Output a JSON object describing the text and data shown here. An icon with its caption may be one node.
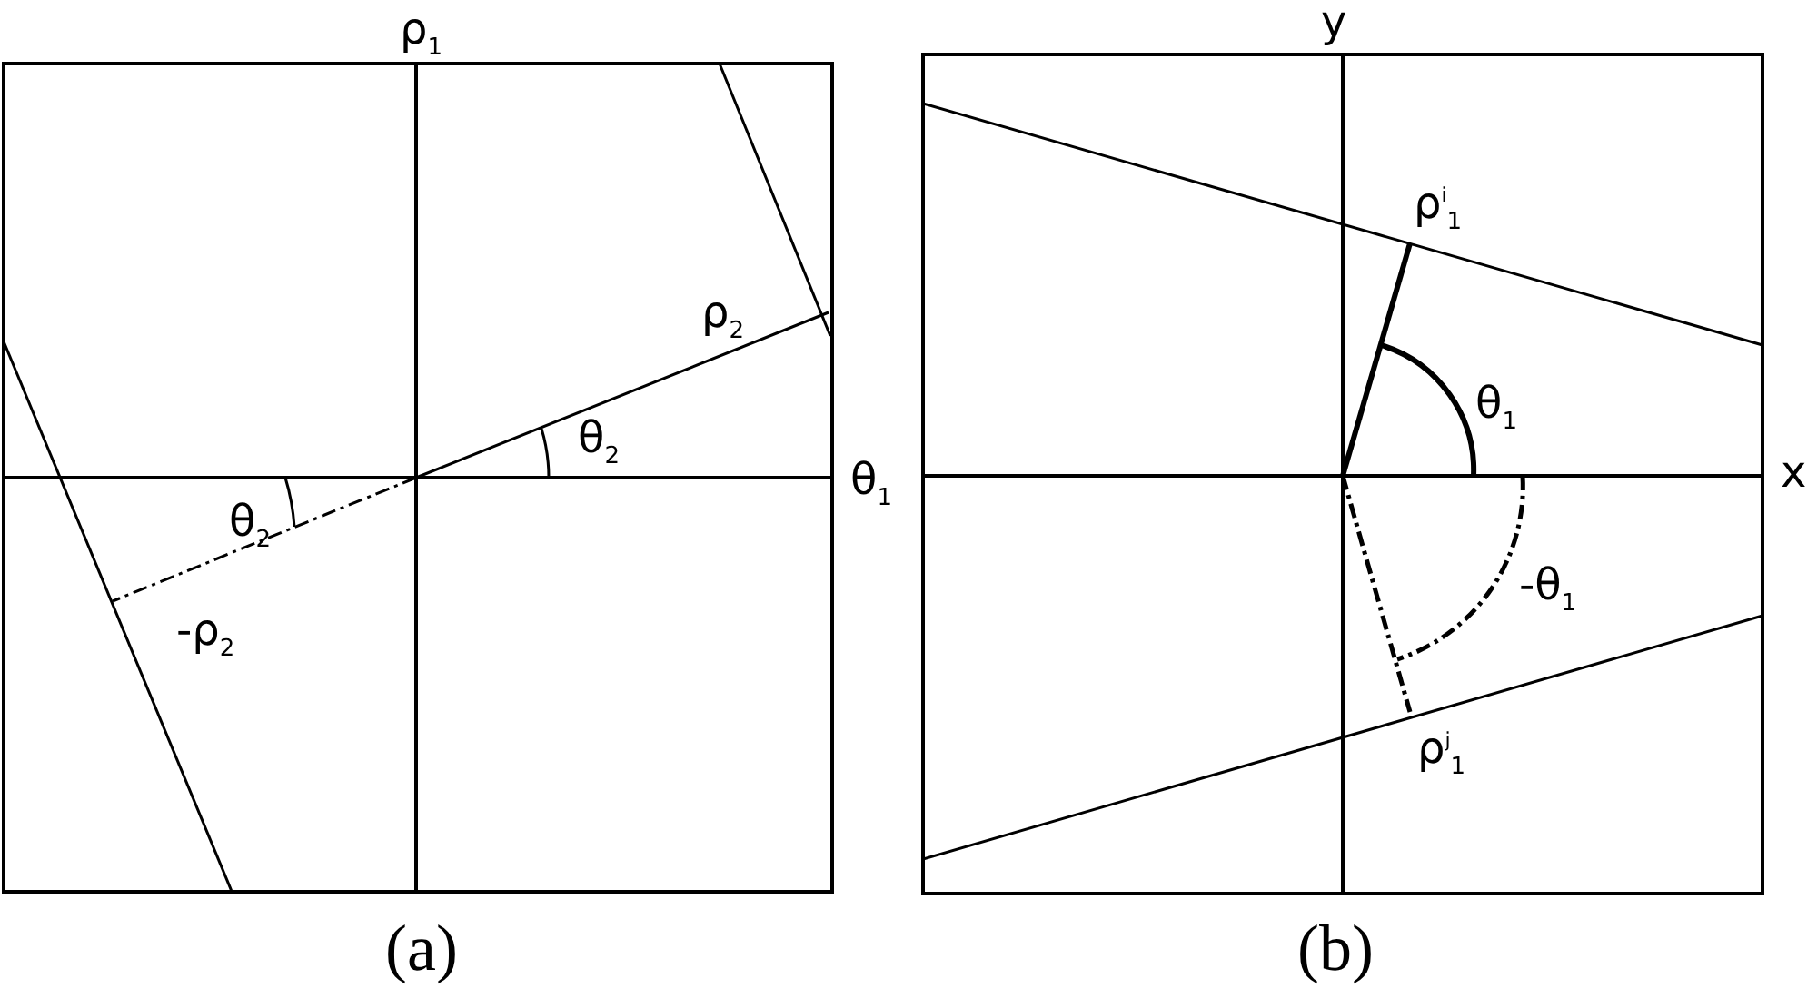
{
  "diagram": {
    "labels": [
      "ρ$_{1}$",
      "y",
      "ρ$^{i}$$_{1}$",
      "ρ$_{2}$",
      "θ$_{1}$",
      "θ$_{2}$",
      "θ$_{1}$",
      "x",
      "θ$_{2}$",
      "-ρ$_{2}$",
      "-θ$_{1}$",
      "ρ$^{j}$$_{1}$",
      "(a)",
      "(b)"
    ]
  }
}
